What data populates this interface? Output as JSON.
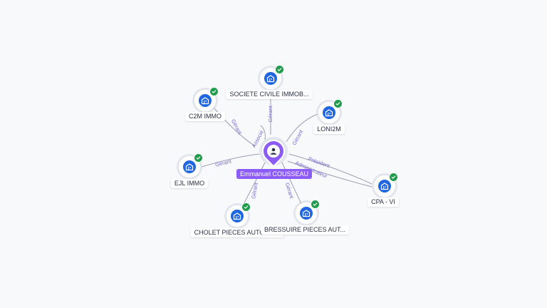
{
  "center": {
    "name": "Emmanuel COUSSEAU",
    "icon": "person-icon"
  },
  "companies": [
    {
      "id": "societe-civile",
      "name": "SOCIETE CIVILE IMMOB...",
      "icon": "building-icon",
      "status": "verified"
    },
    {
      "id": "c2m-immo",
      "name": "C2M IMMO",
      "icon": "building-icon",
      "status": "verified"
    },
    {
      "id": "loni2m",
      "name": "LONI2M",
      "icon": "building-icon",
      "status": "verified"
    },
    {
      "id": "ejl-immo",
      "name": "EJL IMMO",
      "icon": "building-icon",
      "status": "verified"
    },
    {
      "id": "cpa-vi",
      "name": "CPA - VI",
      "icon": "building-icon",
      "status": "verified"
    },
    {
      "id": "cholet-pieces",
      "name": "CHOLET PIECES AUTOMO...",
      "icon": "building-icon",
      "status": "verified"
    },
    {
      "id": "bressuire-pieces",
      "name": "BRESSUIRE PIECES AUT...",
      "icon": "building-icon",
      "status": "verified"
    }
  ],
  "edges": [
    {
      "to": "societe-civile",
      "role": "Gérant"
    },
    {
      "to": "societe-civile",
      "role": "Associé"
    },
    {
      "to": "c2m-immo",
      "role": "Gérant"
    },
    {
      "to": "loni2m",
      "role": "Gérant"
    },
    {
      "to": "ejl-immo",
      "role": "Gérant"
    },
    {
      "to": "cpa-vi",
      "role": "Président"
    },
    {
      "to": "cpa-vi",
      "role": "Administrateur"
    },
    {
      "to": "cholet-pieces",
      "role": "Gérant"
    },
    {
      "to": "bressuire-pieces",
      "role": "Gérant"
    }
  ],
  "colors": {
    "company": "#1f66e0",
    "verified": "#1f9d4c",
    "person": "#8b5cf6",
    "edge_label": "#7b68d6"
  }
}
